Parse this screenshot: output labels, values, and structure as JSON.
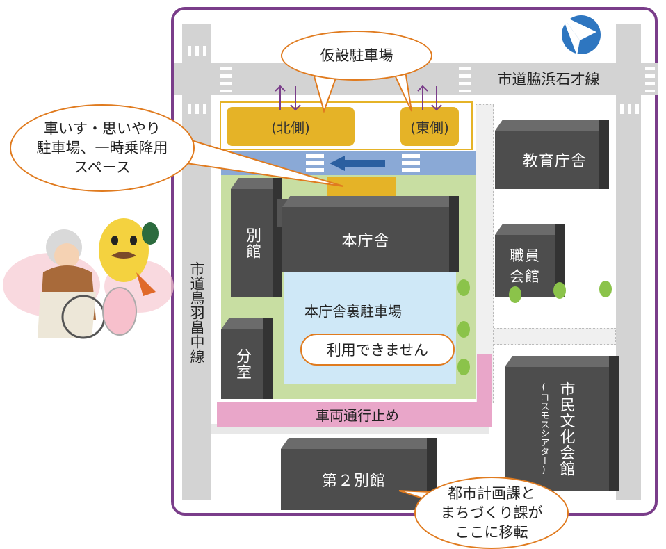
{
  "roads": {
    "north": "市道脇浜石才線",
    "west": "市道鳥羽畠中線"
  },
  "parking": {
    "temporary_label": "仮設駐車場",
    "north_lot": "(北側)",
    "east_lot": "(東側)",
    "rear_lot": "本庁舎裏駐車場",
    "rear_lot_status": "利用できません"
  },
  "buildings": {
    "main": "本庁舎",
    "annex": "別館",
    "branch": "分室",
    "second_annex": "第２別館",
    "education": "教育庁舎",
    "staff_hall": "職員会館",
    "culture_hall": "市民文化会館",
    "culture_hall_nick": "(コスモスシアター)"
  },
  "notices": {
    "wheelchair": {
      "line1": "車いす・思いやり",
      "line2": "駐車場、一時乗降用",
      "line3": "スペース"
    },
    "relocation": {
      "line1": "都市計画課と",
      "line2": "まちづくり課が",
      "line3": "ここに移転"
    },
    "no_vehicles": "車両通行止め"
  },
  "icons": {
    "north_arrow": "compass-north-icon",
    "in_out": "in-out-arrows-icon",
    "one_way": "one-way-arrow-icon",
    "mascot": "mascot-wheelchair-illustration"
  },
  "colors": {
    "frame": "#7a3d8a",
    "road": "#d3d3d3",
    "building": "#4d4d4d",
    "lot": "#e5b327",
    "bubble_border": "#e07b1f",
    "grounds": "#c8dea2",
    "rear_lot_fill": "#cfe8f7",
    "closed_path": "#e9a6c9",
    "lane": "#8aa9d6",
    "compass": "#2e76c0"
  }
}
